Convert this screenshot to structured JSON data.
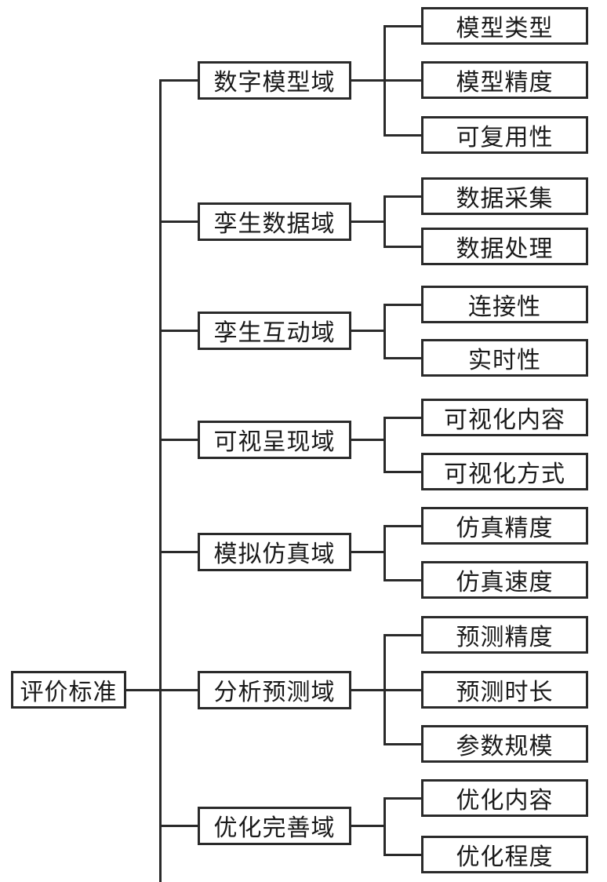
{
  "diagram": {
    "root": {
      "label": "评价标准"
    },
    "domains": [
      {
        "label": "数字模型域",
        "children": [
          "模型类型",
          "模型精度",
          "可复用性"
        ]
      },
      {
        "label": "孪生数据域",
        "children": [
          "数据采集",
          "数据处理"
        ]
      },
      {
        "label": "孪生互动域",
        "children": [
          "连接性",
          "实时性"
        ]
      },
      {
        "label": "可视呈现域",
        "children": [
          "可视化内容",
          "可视化方式"
        ]
      },
      {
        "label": "模拟仿真域",
        "children": [
          "仿真精度",
          "仿真速度"
        ]
      },
      {
        "label": "分析预测域",
        "children": [
          "预测精度",
          "预测时长",
          "参数规模"
        ]
      },
      {
        "label": "优化完善域",
        "children": [
          "优化内容",
          "优化程度"
        ]
      }
    ],
    "colors": {
      "line": "#2a2a2a",
      "text": "#1a1a1a",
      "background": "#ffffff"
    }
  }
}
